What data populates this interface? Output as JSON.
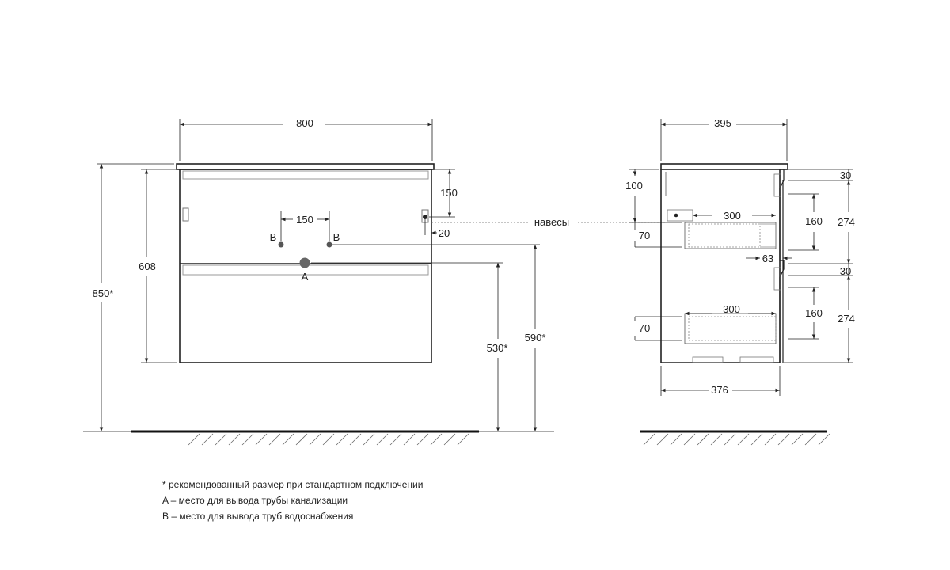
{
  "front_view": {
    "width": "800",
    "height_total": "850*",
    "height_cabinet": "608",
    "hinge_offset_top": "150",
    "hinge_offset_side": "20",
    "water_spacing": "150",
    "water_label_left": "B",
    "water_label_right": "B",
    "drain_label": "A",
    "drain_height": "530*",
    "water_height": "590*"
  },
  "hinge_label": "навесы",
  "side_view": {
    "depth_top": "395",
    "depth_bottom": "376",
    "top_offset": "100",
    "drawer_upper": {
      "front_gap": "30",
      "inner_height": "160",
      "height": "274",
      "inner_depth": "300",
      "inner_offset": "70",
      "back_gap": "63"
    },
    "drawer_lower": {
      "front_gap": "30",
      "inner_height": "160",
      "height": "274",
      "inner_depth": "300",
      "inner_offset": "70"
    }
  },
  "notes": [
    "* рекомендованный размер при стандартном подключении",
    "A – место для вывода трубы канализации",
    "B – место для вывода труб водоснабжения"
  ]
}
